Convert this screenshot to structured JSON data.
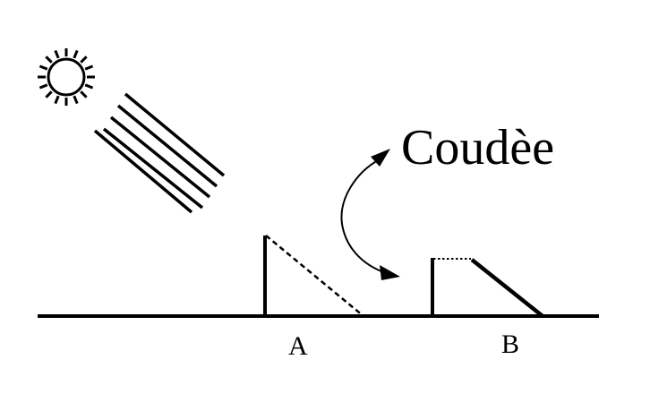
{
  "labels": {
    "coudee": "Coudèe",
    "a": "A",
    "b": "B"
  },
  "icons": {
    "sun": "sun-icon",
    "rays": "sun-rays",
    "arrow": "curved-arrow"
  },
  "colors": {
    "ink": "#000000",
    "background": "#ffffff"
  }
}
